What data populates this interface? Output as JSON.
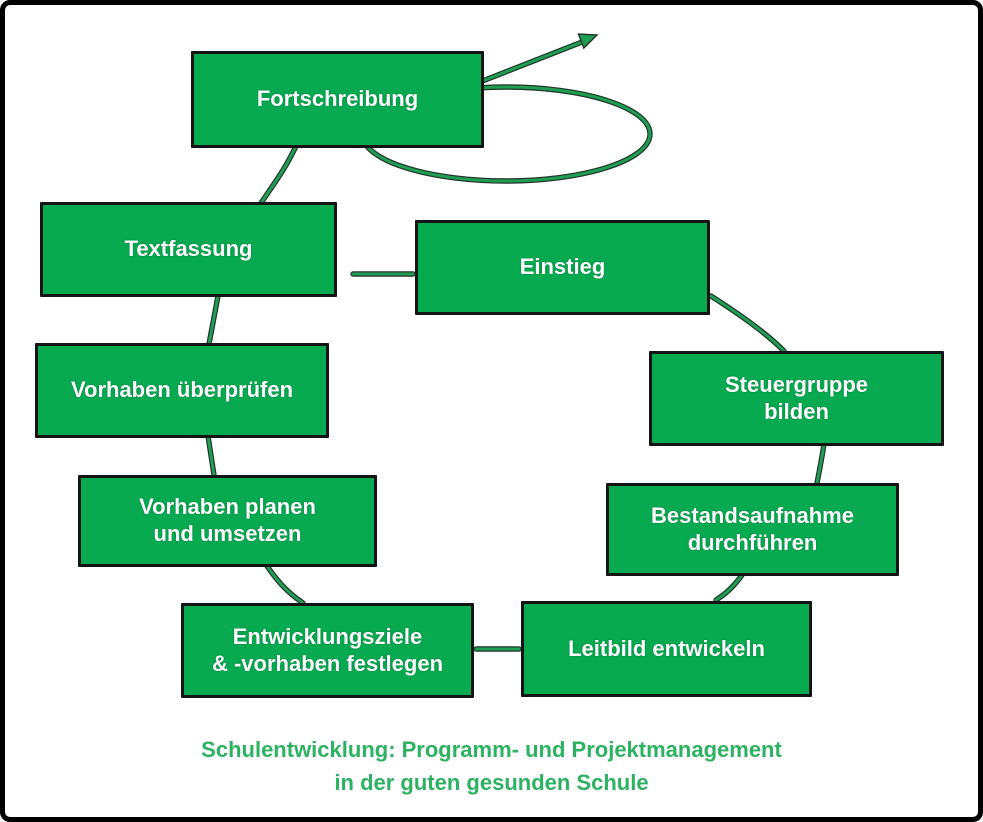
{
  "diagram": {
    "nodes": [
      {
        "id": "fortschreibung",
        "label": "Fortschreibung"
      },
      {
        "id": "textfassung",
        "label": "Textfassung"
      },
      {
        "id": "einstieg",
        "label": "Einstieg"
      },
      {
        "id": "vorhaben-ueberpruefen",
        "label": "Vorhaben überprüfen"
      },
      {
        "id": "steuergruppe-bilden",
        "label": "Steuergruppe\nbilden"
      },
      {
        "id": "vorhaben-planen",
        "label": "Vorhaben planen\nund umsetzen"
      },
      {
        "id": "bestandsaufnahme",
        "label": "Bestandsaufnahme\ndurchführen"
      },
      {
        "id": "entwicklungsziele",
        "label": "Entwicklungsziele\n& -vorhaben festlegen"
      },
      {
        "id": "leitbild",
        "label": "Leitbild entwickeln"
      }
    ],
    "caption": {
      "line1": "Schulentwicklung: Programm- und Projektmanagement",
      "line2": "in der guten gesunden Schule"
    },
    "colors": {
      "box_fill": "#07aa51",
      "box_border": "#141414",
      "connector": "#1f9d53",
      "connector_outline": "#21352a",
      "caption": "#2cb261"
    }
  }
}
